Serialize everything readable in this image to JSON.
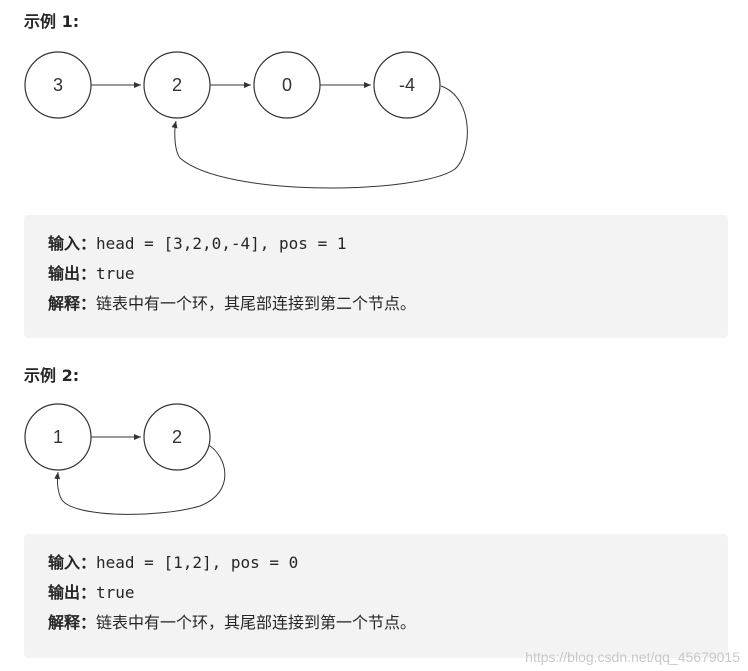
{
  "examples": [
    {
      "title": "示例 1:",
      "diagram": {
        "nodes": [
          "3",
          "2",
          "0",
          "-4"
        ],
        "links": [
          [
            0,
            1
          ],
          [
            1,
            2
          ],
          [
            2,
            3
          ]
        ],
        "cycle_from": 3,
        "cycle_to": 1
      },
      "input_key": "输入：",
      "input_value": "head = [3,2,0,-4], pos = 1",
      "output_key": "输出：",
      "output_value": "true",
      "explain_key": "解释：",
      "explain_value": "链表中有一个环，其尾部连接到第二个节点。"
    },
    {
      "title": "示例 2:",
      "diagram": {
        "nodes": [
          "1",
          "2"
        ],
        "links": [
          [
            0,
            1
          ]
        ],
        "cycle_from": 1,
        "cycle_to": 0
      },
      "input_key": "输入：",
      "input_value": "head = [1,2], pos = 0",
      "output_key": "输出：",
      "output_value": "true",
      "explain_key": "解释：",
      "explain_value": "链表中有一个环，其尾部连接到第一个节点。"
    }
  ],
  "watermark": "https://blog.csdn.net/qq_45679015"
}
